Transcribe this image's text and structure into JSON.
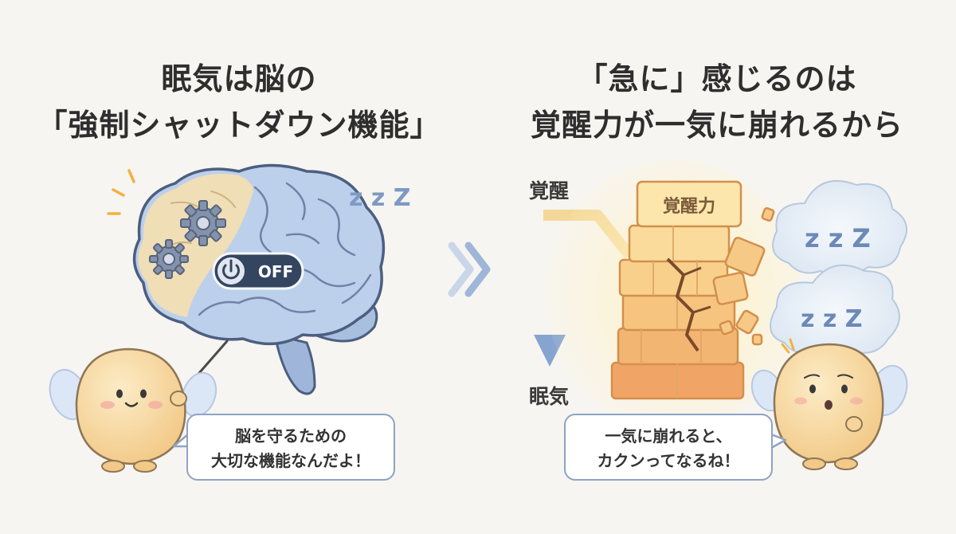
{
  "left_panel": {
    "title_line1": "眠気は脳の",
    "title_line2": "「強制シャットダウン機能」",
    "switch_label": "OFF",
    "zzz": "z z Z",
    "bubble_line1": "脳を守るための",
    "bubble_line2": "大切な機能なんだよ！"
  },
  "right_panel": {
    "title_line1": "「急に」感じるのは",
    "title_line2": "覚醒力が一気に崩れるから",
    "axis_top": "覚醒",
    "axis_bottom": "眠気",
    "wall_label": "覚醒力",
    "zzz_upper": "z z Z",
    "zzz_lower": "z z Z",
    "bubble_line1": "一気に崩れると、",
    "bubble_line2": "カクンってなるね！"
  },
  "icons": [
    "brain-icon",
    "gear-icon",
    "power-icon",
    "double-chevron-right-icon",
    "brick-wall-icon",
    "cloud-icon",
    "arrow-down-icon"
  ],
  "colors": {
    "brain_blue": "#b9cdea",
    "brain_warm": "#f1dcae",
    "gear": "#7d8aa3",
    "switch": "#34455f",
    "wall": "#f3bf72",
    "arrow": "#7e9ac4",
    "bubble_border": "#8ea3c4",
    "character": "#f6d9a1"
  }
}
